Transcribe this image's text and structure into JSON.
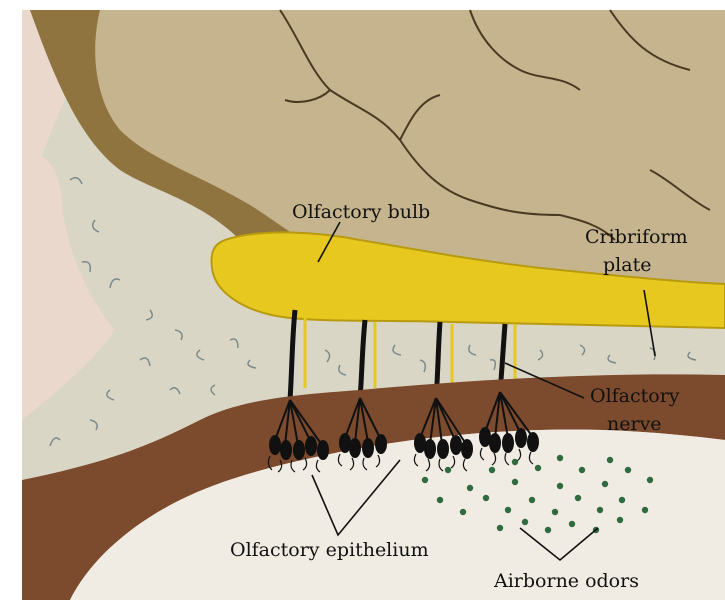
{
  "labels": {
    "olfactory_bulb": "Olfactory bulb",
    "cribriform_plate_line1": "Cribriform",
    "cribriform_plate_line2": "plate",
    "olfactory_nerve_line1": "Olfactory",
    "olfactory_nerve_line2": "nerve",
    "olfactory_epithelium": "Olfactory epithelium",
    "airborne_odors": "Airborne odors"
  },
  "colors": {
    "brain": "#c6b48e",
    "brain_shadow": "#8f7440",
    "bone": "#d9d6c6",
    "bulb": "#e6c81e",
    "tissue": "#7c4a2c",
    "cavity": "#f1ece3",
    "skin": "#ead8cc",
    "neuron": "#111111",
    "odor_dot": "#2f6b3f"
  },
  "odor_particle_count": 30
}
